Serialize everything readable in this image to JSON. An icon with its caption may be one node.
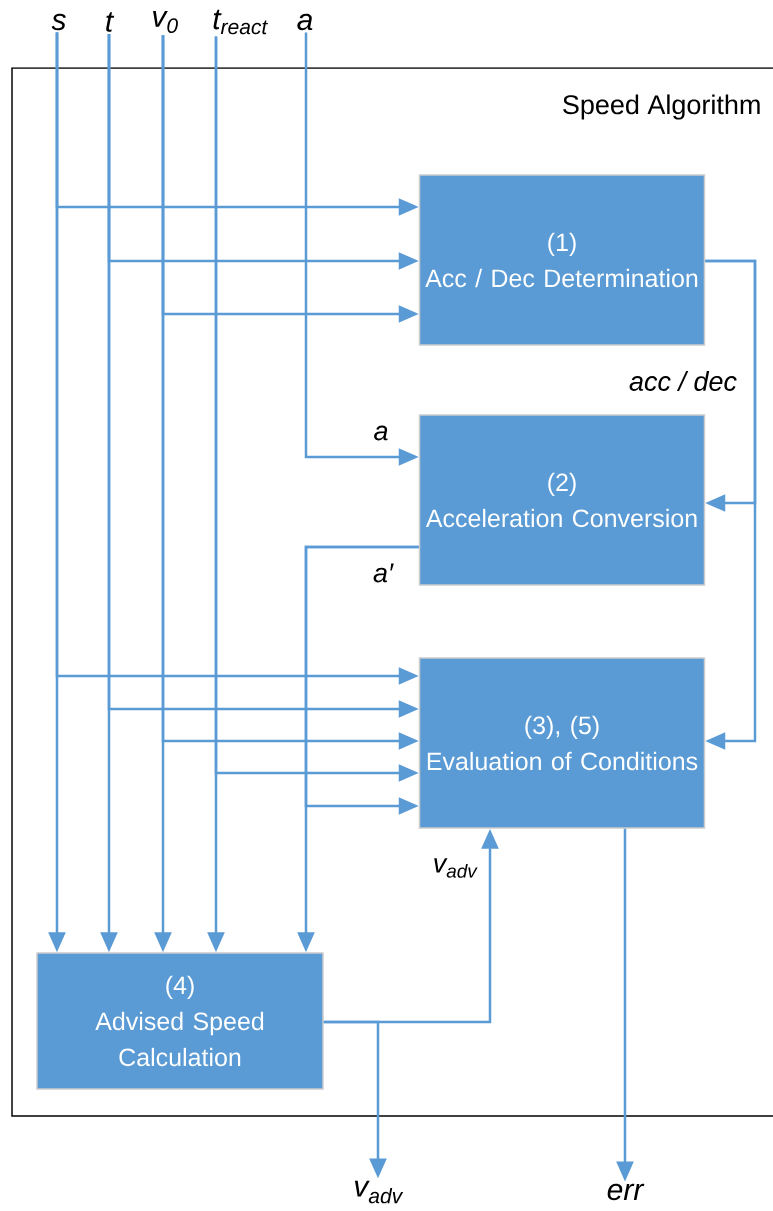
{
  "diagram": {
    "nodes": [
      {
        "text": [
          "Speed Algorithm"
        ]
      },
      {
        "text": [
          "(1)",
          "Acc / Dec Determination"
        ],
        "in": 0
      },
      {
        "text": [
          "(2)",
          "Acceleration Conversion"
        ],
        "in": 0
      },
      {
        "text": [
          "(3), (5)",
          "Evaluation of Conditions"
        ],
        "in": 0
      },
      {
        "text": [
          "(4)",
          "Advised Speed Calculation"
        ],
        "in": 0
      },
      {
        "text": [
          "s"
        ]
      },
      {
        "text": [
          "t"
        ]
      },
      {
        "text": [
          "v$_{0}$"
        ]
      },
      {
        "text": [
          "t$_{react}$"
        ]
      },
      {
        "text": [
          "a"
        ]
      },
      {
        "text": [
          "v$_{adv}$"
        ]
      },
      {
        "text": [
          "err"
        ]
      }
    ],
    "edges": [
      {
        "from": 5,
        "to": 1,
        "arrow": "to"
      },
      {
        "from": 6,
        "to": 1,
        "arrow": "to"
      },
      {
        "from": 7,
        "to": 1,
        "arrow": "to"
      },
      {
        "from": 9,
        "to": 2,
        "arrow": "to",
        "label": "a"
      },
      {
        "from": 1,
        "to": 2,
        "arrow": "to",
        "label": "acc / dec"
      },
      {
        "from": 1,
        "to": 3,
        "arrow": "to"
      },
      {
        "from": 5,
        "to": 3,
        "arrow": "to"
      },
      {
        "from": 6,
        "to": 3,
        "arrow": "to"
      },
      {
        "from": 7,
        "to": 3,
        "arrow": "to"
      },
      {
        "from": 8,
        "to": 3,
        "arrow": "to"
      },
      {
        "from": 2,
        "to": 3,
        "arrow": "to",
        "label": "a′"
      },
      {
        "from": 5,
        "to": 4,
        "arrow": "to"
      },
      {
        "from": 6,
        "to": 4,
        "arrow": "to"
      },
      {
        "from": 7,
        "to": 4,
        "arrow": "to"
      },
      {
        "from": 8,
        "to": 4,
        "arrow": "to"
      },
      {
        "from": 2,
        "to": 4,
        "arrow": "to"
      },
      {
        "from": 4,
        "to": 3,
        "arrow": "to",
        "label": "v$_{adv}$"
      },
      {
        "from": 4,
        "to": 10,
        "arrow": "to"
      },
      {
        "from": 3,
        "to": 11,
        "arrow": "to"
      }
    ]
  }
}
